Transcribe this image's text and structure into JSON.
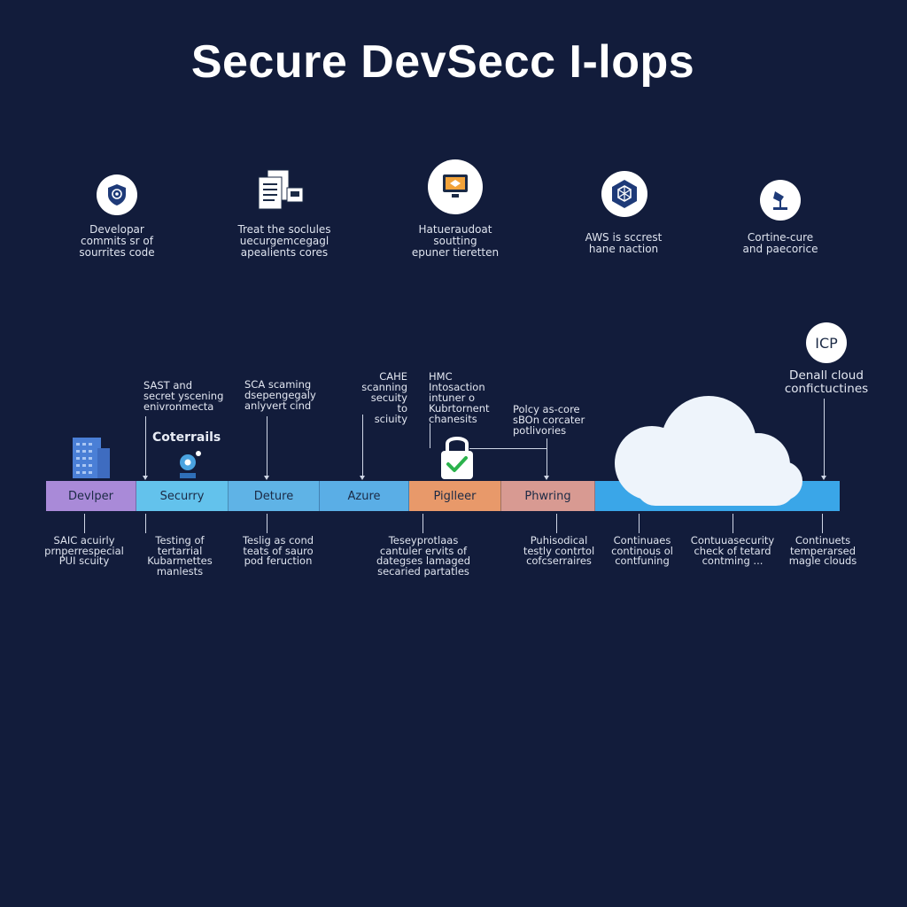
{
  "title": "Secure DevSecc I-lops",
  "top_steps": [
    {
      "label": "Developar\ncommits sr of\nsourrites code",
      "icon": "shield-icon"
    },
    {
      "label": "Treat the soclules\nuecurgemcegagl\napealients cores",
      "icon": "documents-icon"
    },
    {
      "label": "Hatueraudoat\nsoutting\nepuner tieretten",
      "icon": "monitor-icon"
    },
    {
      "label": "AWS is sccrest\nhane naction",
      "icon": "cube-icon"
    },
    {
      "label": "Cortine-cure\nand paecorice",
      "icon": "shovel-icon"
    }
  ],
  "callouts": [
    {
      "text": "SAST and\nsecret yscening\nenivronmecta"
    },
    {
      "text": "SCA scaming\ndsepengegaly\nanlyvert cind"
    },
    {
      "text": "CAHE\nscanning\nsecuity to\nsciuity"
    },
    {
      "text": "HMC\nIntosaction\nintuner o\nKubrtornent\nchanesits"
    },
    {
      "text": "Polcy as-core\nsBOn corcater\npotlivories"
    }
  ],
  "coterrails_label": "Coterrails",
  "icp_badge": "ICP",
  "cloud_label": "Denall cloud\nconfictuctines",
  "pipeline_stages": [
    {
      "label": "Devlper",
      "color": "#a98ad8"
    },
    {
      "label": "Securry",
      "color": "#63c2ec"
    },
    {
      "label": "Deture",
      "color": "#5fb3e6"
    },
    {
      "label": "Azure",
      "color": "#5aaee6"
    },
    {
      "label": "Piglleer",
      "color": "#e8996a"
    },
    {
      "label": "Phwring",
      "color": "#d89a92"
    }
  ],
  "bottom_labels": [
    {
      "text": "SAIC acuirly\nprnperrespecial\nPUI scuity"
    },
    {
      "text": "Testing of\ntertarrial\nKubarmettes\nmanlests"
    },
    {
      "text": "Teslig as cond\nteats of sauro\npod feruction"
    },
    {
      "text": "Teseyprotlaas\ncantuler ervits of\ndategses lamaged\nsecaried partatles"
    },
    {
      "text": "Puhisodical\ntestly contrtol\ncofcserraires"
    },
    {
      "text": "Continuaes\ncontinous ol\ncontfuning"
    },
    {
      "text": "Contuuasecurity\ncheck of tetard\ncontming ..."
    },
    {
      "text": "Continuets\ntemperarsed\nmagle clouds"
    }
  ],
  "colors": {
    "background": "#121c3b",
    "pipeline_blue": "#3aa6e8",
    "cloud": "#eef4fb",
    "check": "#2bb24c"
  }
}
